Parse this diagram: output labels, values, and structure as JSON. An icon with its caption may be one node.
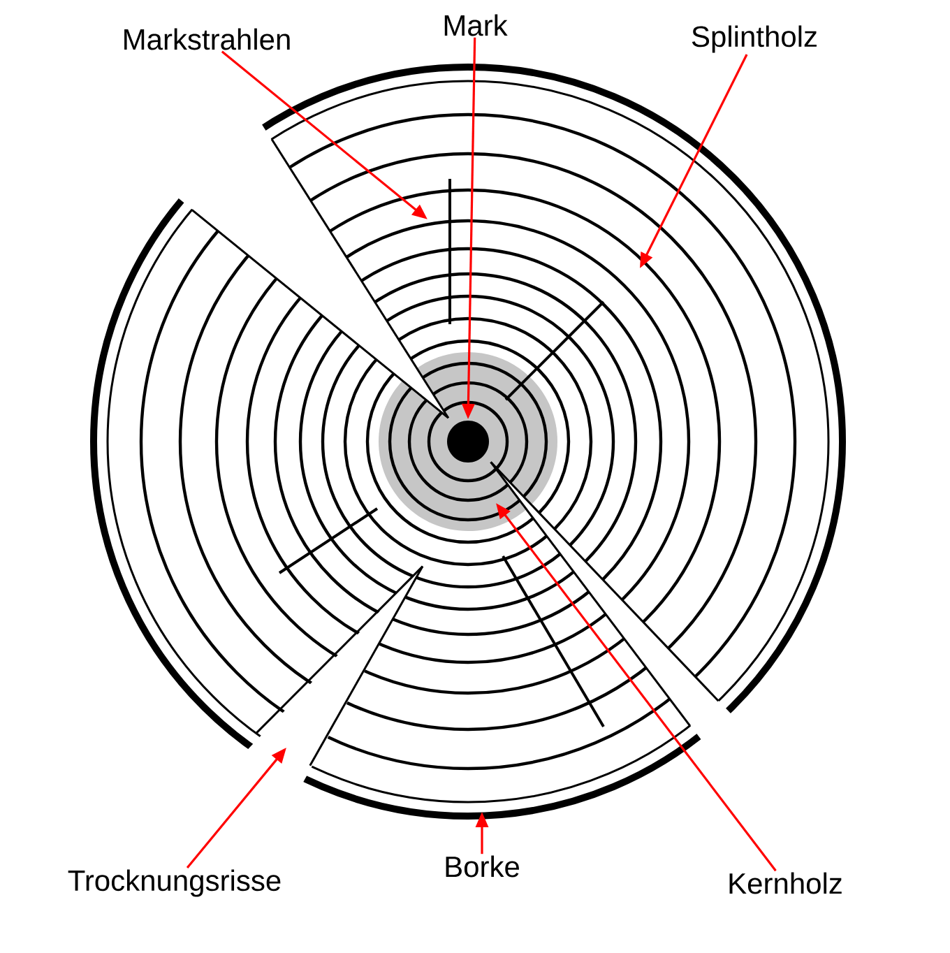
{
  "diagram": {
    "nodes": [
      {
        "text": [
          "Markstrahlen"
        ]
      },
      {
        "text": [
          "Mark"
        ]
      },
      {
        "text": [
          "Splintholz"
        ]
      },
      {
        "text": [
          "Trocknungsrisse"
        ]
      },
      {
        "text": [
          "Borke"
        ]
      },
      {
        "text": [
          "Kernholz"
        ]
      }
    ],
    "edges": [
      {
        "from": 0,
        "to": null,
        "arrow": "to"
      },
      {
        "from": 1,
        "to": null,
        "arrow": "to"
      },
      {
        "from": 2,
        "to": null,
        "arrow": "to"
      },
      {
        "from": 3,
        "to": null,
        "arrow": "to"
      },
      {
        "from": 4,
        "to": null,
        "arrow": "to"
      },
      {
        "from": 5,
        "to": null,
        "arrow": "to"
      }
    ]
  }
}
